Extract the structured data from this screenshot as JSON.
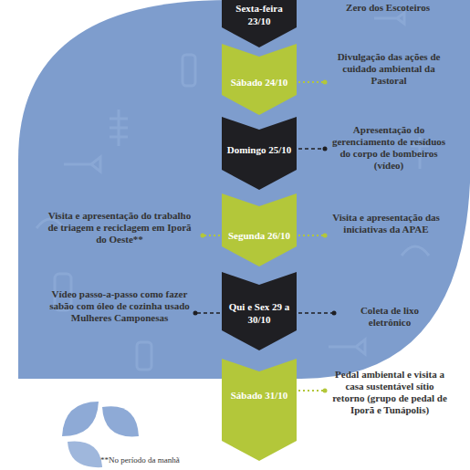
{
  "diagram": {
    "nodes": [
      {
        "text": [
          "Sexta-feira 23/10"
        ]
      },
      {
        "text": [
          "Sábado 24/10"
        ]
      },
      {
        "text": [
          "Domingo 25/10"
        ]
      },
      {
        "text": [
          "Segunda 26/10"
        ]
      },
      {
        "text": [
          "Qui e Sex 29 a 30/10"
        ]
      },
      {
        "text": [
          "Sábado 31/10"
        ]
      }
    ],
    "edges": [],
    "labels": [
      "Zero dos Escoteiros",
      "Divulgação das ações de cuidado ambiental da Pastoral",
      "Apresentação do gerenciamento de resíduos do corpo de bombeiros (vídeo)",
      "Visita e apresentação do trabalho de triagem e reciclagem em Iporã do Oeste**",
      "Visita e apresentação das iniciativas da APAE",
      "Vídeo passo-a-passo como fazer sabão com óleo de cozinha usado Mulheres Camponesas",
      "Coleta de lixo eletrônico",
      "Pedal ambiental e visita a casa sustentável sítio retorno (grupo de pedal de Iporã e Tunápolis)",
      "**No período da manhã"
    ]
  }
}
